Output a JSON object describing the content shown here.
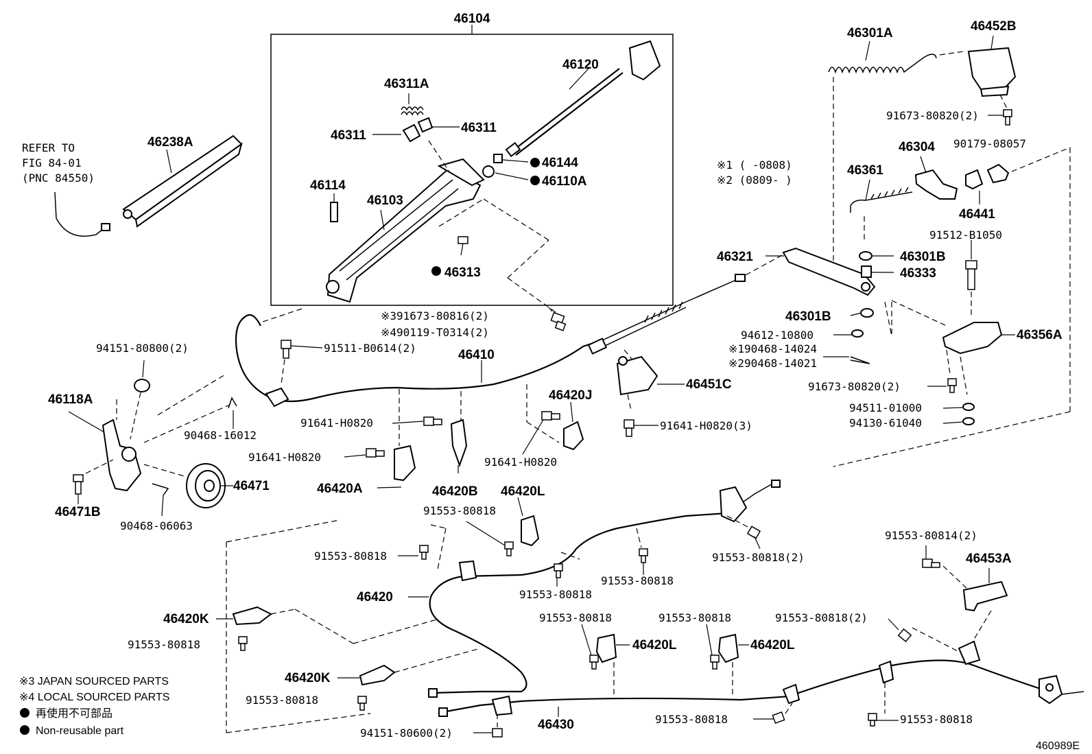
{
  "labels": {
    "p46104": "46104",
    "p46120": "46120",
    "p46311A": "46311A",
    "p46311_left": "46311",
    "p46311_right": "46311",
    "p46144": "46144",
    "p46110A": "46110A",
    "p46114": "46114",
    "p46103": "46103",
    "p46313": "46313",
    "p46238A": "46238A",
    "refer1": "REFER TO",
    "refer2": "FIG 84-01",
    "refer3": "(PNC 84550)",
    "p46301A": "46301A",
    "p46452B": "46452B",
    "p91673_80820_a": "91673-80820(2)",
    "p46304": "46304",
    "p90179_08057": "90179-08057",
    "p46361": "46361",
    "p46441": "46441",
    "p91512_B1050": "91512-B1050",
    "note1": "※1 (    -0808)",
    "note2": "※2 (0809-    )",
    "p46321": "46321",
    "p46301B_a": "46301B",
    "p46333": "46333",
    "p46301B_b": "46301B",
    "p94612_10800": "94612-10800",
    "p90468_14024": "※190468-14024",
    "p90468_14021": "※290468-14021",
    "p46356A": "46356A",
    "p91673_80816": "※391673-80816(2)",
    "p90119_T0314": "※490119-T0314(2)",
    "p91511_B0614": "91511-B0614(2)",
    "p46410": "46410",
    "p94151_80800": "94151-80800(2)",
    "p46118A": "46118A",
    "p90468_16012": "90468-16012",
    "p46471": "46471",
    "p46471B": "46471B",
    "p90468_06063": "90468-06063",
    "p91641_H0820_a": "91641-H0820",
    "p91641_H0820_b": "91641-H0820",
    "p46420A": "46420A",
    "p46420B": "46420B",
    "p46420J": "46420J",
    "p91641_H0820_c": "91641-H0820",
    "p46451C": "46451C",
    "p91641_H0820_3": "91641-H0820(3)",
    "p91673_80820_b": "91673-80820(2)",
    "p94511_01000": "94511-01000",
    "p94130_61040": "94130-61040",
    "p46420L_a": "46420L",
    "p91553_80818_a": "91553-80818",
    "p91553_80818_b": "91553-80818",
    "p91553_80818_2a": "91553-80818(2)",
    "p91553_80818_c": "91553-80818",
    "p91553_80818_d": "91553-80818",
    "p46420": "46420",
    "p91553_80814": "91553-80814(2)",
    "p46453A": "46453A",
    "p46420K_a": "46420K",
    "p91553_80818_e": "91553-80818",
    "p91553_80818_f": "91553-80818",
    "p46420L_b": "46420L",
    "p91553_80818_g": "91553-80818",
    "p46420L_c": "46420L",
    "p91553_80818_2b": "91553-80818(2)",
    "p46420K_b": "46420K",
    "p91553_80818_h": "91553-80818",
    "p46430": "46430",
    "p94151_80600": "94151-80600(2)",
    "p91553_80818_i": "91553-80818",
    "p91553_80818_j": "91553-80818",
    "diagram_id": "460989E"
  },
  "legend": {
    "line3": "※3 JAPAN SOURCED PARTS",
    "line4": "※4 LOCAL SOURCED PARTS",
    "line_jp": "再使用不可部品",
    "line_en": "Non-reusable part"
  }
}
